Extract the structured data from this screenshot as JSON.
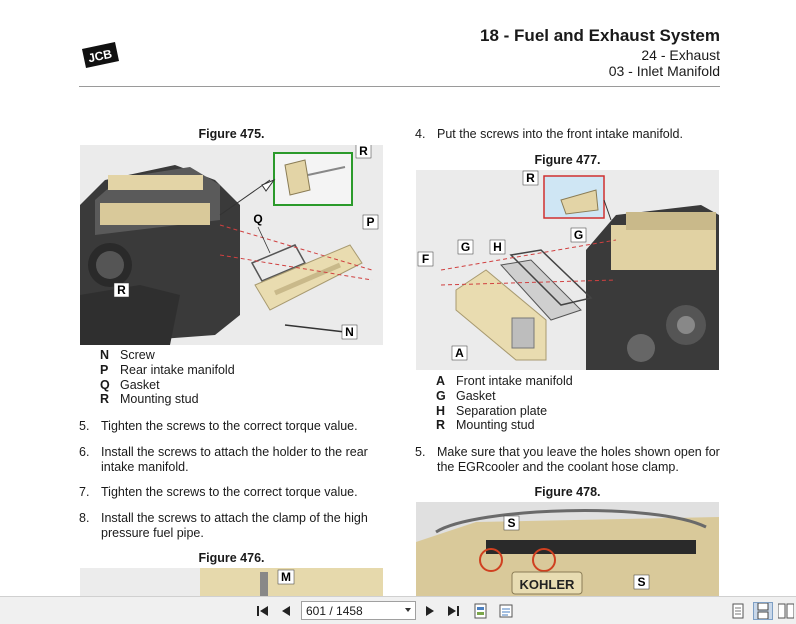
{
  "header": {
    "logo_text": "JCB",
    "title": "18 - Fuel and Exhaust System",
    "subtitle1": "24 - Exhaust",
    "subtitle2": "03 - Inlet Manifold"
  },
  "figure475": {
    "title": "Figure 475.",
    "callouts": {
      "r_top": "R",
      "p": "P",
      "q": "Q",
      "r_left": "R",
      "n": "N"
    },
    "legend": [
      {
        "key": "N",
        "text": "Screw"
      },
      {
        "key": "P",
        "text": "Rear intake manifold"
      },
      {
        "key": "Q",
        "text": "Gasket"
      },
      {
        "key": "R",
        "text": "Mounting stud"
      }
    ]
  },
  "figure477": {
    "title": "Figure 477.",
    "callouts": {
      "r": "R",
      "g_top": "G",
      "h": "H",
      "g_right": "G",
      "f": "F",
      "a": "A"
    },
    "legend": [
      {
        "key": "A",
        "text": "Front intake manifold"
      },
      {
        "key": "G",
        "text": "Gasket"
      },
      {
        "key": "H",
        "text": "Separation plate"
      },
      {
        "key": "R",
        "text": "Mounting stud"
      }
    ]
  },
  "figure478": {
    "title": "Figure 478.",
    "callouts": {
      "s_left": "S",
      "s_right": "S"
    },
    "brand_text": "KOHLER"
  },
  "figure476": {
    "title": "Figure 476.",
    "callouts": {
      "m": "M"
    }
  },
  "steps_left": [
    {
      "num": "5.",
      "text": "Tighten the screws to the correct torque value."
    },
    {
      "num": "6.",
      "text": "Install the screws to attach the holder to the rear intake manifold."
    },
    {
      "num": "7.",
      "text": "Tighten the screws to the correct torque value."
    },
    {
      "num": "8.",
      "text": "Install the screws to attach the clamp of the high pressure fuel pipe."
    }
  ],
  "steps_right": [
    {
      "num": "4.",
      "text": "Put the screws into the front intake manifold."
    },
    {
      "num": "5.",
      "text": "Make sure that you leave the holes shown open for the EGRcooler and the coolant hose clamp."
    }
  ],
  "toolbar": {
    "page_value": "601 / 1458",
    "icons": [
      "first-page-icon",
      "prev-page-icon",
      "next-page-icon",
      "last-page-icon",
      "fit-page-icon",
      "fit-width-icon",
      "single-page-view-icon",
      "continuous-view-icon",
      "facing-view-icon"
    ]
  }
}
